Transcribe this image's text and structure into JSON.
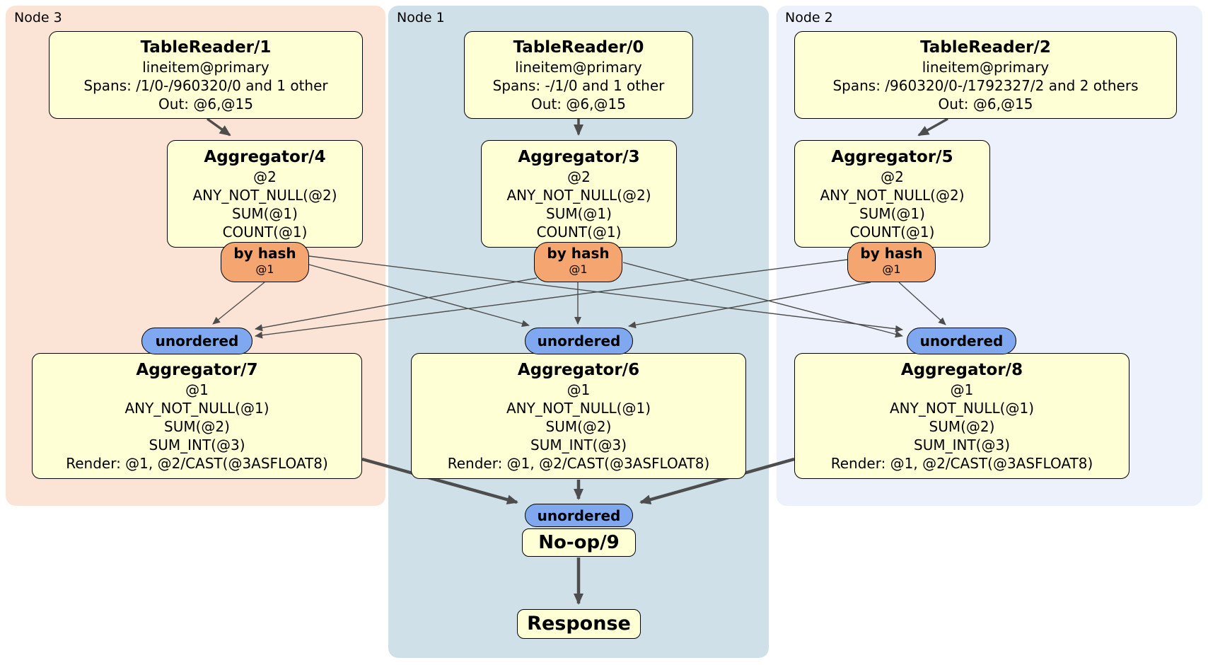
{
  "panels": [
    {
      "label": "Node 3"
    },
    {
      "label": "Node 1"
    },
    {
      "label": "Node 2"
    }
  ],
  "groups": [
    {
      "panel": "Node 3",
      "reader": {
        "title": "TableReader/1",
        "lines": [
          "lineitem@primary",
          "Spans: /1/0-/960320/0 and 1 other",
          "Out: @6,@15"
        ]
      },
      "agg_top": {
        "title": "Aggregator/4",
        "lines": [
          "@2",
          "ANY_NOT_NULL(@2)",
          "SUM(@1)",
          "COUNT(@1)"
        ]
      },
      "router": {
        "label": "by hash",
        "key": "@1"
      },
      "sync": {
        "label": "unordered"
      },
      "agg_bottom": {
        "title": "Aggregator/7",
        "lines": [
          "@1",
          "ANY_NOT_NULL(@1)",
          "SUM(@2)",
          "SUM_INT(@3)",
          "Render: @1, @2/CAST(@3ASFLOAT8)"
        ]
      }
    },
    {
      "panel": "Node 1",
      "reader": {
        "title": "TableReader/0",
        "lines": [
          "lineitem@primary",
          "Spans: -/1/0 and 1 other",
          "Out: @6,@15"
        ]
      },
      "agg_top": {
        "title": "Aggregator/3",
        "lines": [
          "@2",
          "ANY_NOT_NULL(@2)",
          "SUM(@1)",
          "COUNT(@1)"
        ]
      },
      "router": {
        "label": "by hash",
        "key": "@1"
      },
      "sync": {
        "label": "unordered"
      },
      "agg_bottom": {
        "title": "Aggregator/6",
        "lines": [
          "@1",
          "ANY_NOT_NULL(@1)",
          "SUM(@2)",
          "SUM_INT(@3)",
          "Render: @1, @2/CAST(@3ASFLOAT8)"
        ]
      }
    },
    {
      "panel": "Node 2",
      "reader": {
        "title": "TableReader/2",
        "lines": [
          "lineitem@primary",
          "Spans: /960320/0-/1792327/2 and 2 others",
          "Out: @6,@15"
        ]
      },
      "agg_top": {
        "title": "Aggregator/5",
        "lines": [
          "@2",
          "ANY_NOT_NULL(@2)",
          "SUM(@1)",
          "COUNT(@1)"
        ]
      },
      "router": {
        "label": "by hash",
        "key": "@1"
      },
      "sync": {
        "label": "unordered"
      },
      "agg_bottom": {
        "title": "Aggregator/8",
        "lines": [
          "@1",
          "ANY_NOT_NULL(@1)",
          "SUM(@2)",
          "SUM_INT(@3)",
          "Render: @1, @2/CAST(@3ASFLOAT8)"
        ]
      }
    }
  ],
  "final": {
    "sync": {
      "label": "unordered"
    },
    "noop": {
      "title": "No-op/9"
    },
    "response": {
      "title": "Response"
    }
  },
  "colors": {
    "panel_node3": "#fbe4d5",
    "panel_node1": "#d0e0e9",
    "panel_node2": "#ecf1fb",
    "box_fill": "#ffffd6",
    "router_fill": "#f5a56f",
    "sync_fill": "#7fa8f0",
    "edge": "#4d4d4d"
  }
}
